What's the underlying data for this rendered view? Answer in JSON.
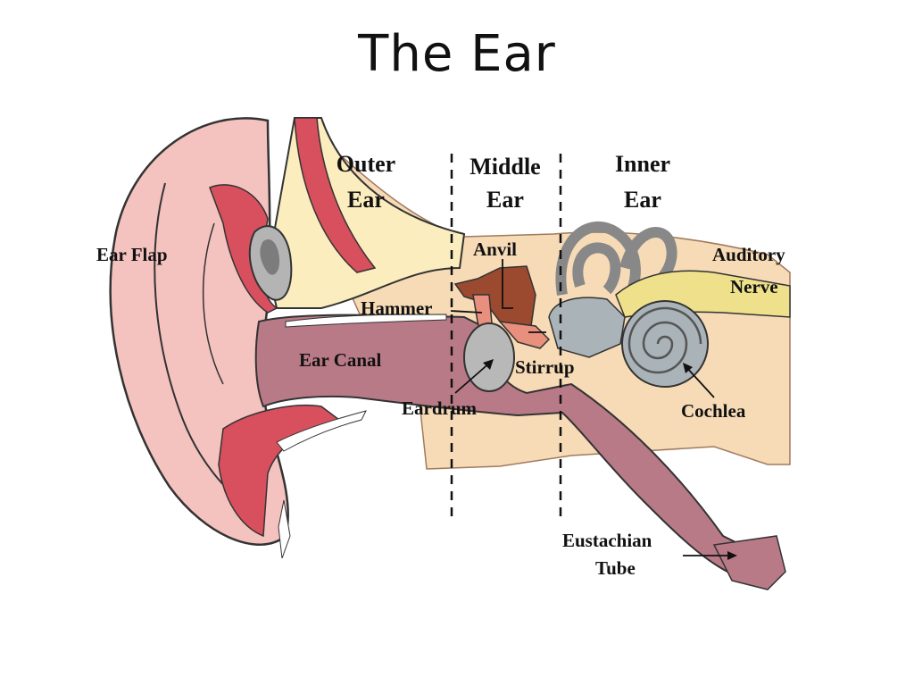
{
  "title": "The Ear",
  "regions": {
    "outer": [
      "Outer",
      "Ear"
    ],
    "middle": [
      "Middle",
      "Ear"
    ],
    "inner": [
      "Inner",
      "Ear"
    ]
  },
  "labels": {
    "ear_flap": "Ear Flap",
    "ear_canal": "Ear Canal",
    "hammer": "Hammer",
    "anvil": "Anvil",
    "stirrup": "Stirrup",
    "eardrum": "Eardrum",
    "auditory_nerve": [
      "Auditory",
      "Nerve"
    ],
    "cochlea": "Cochlea",
    "eustachian_tube": [
      "Eustachian",
      "Tube"
    ]
  },
  "colors": {
    "skin_pink": "#f4c2bf",
    "tissue_red": "#d8505e",
    "canal_mauve": "#b97a87",
    "bone_cream": "#fbedbe",
    "inner_tan": "#f6dbb6",
    "anvil_brown": "#9b4a2f",
    "cochlea_gray": "#aab3b8",
    "nerve_yellow": "#efe08c"
  }
}
